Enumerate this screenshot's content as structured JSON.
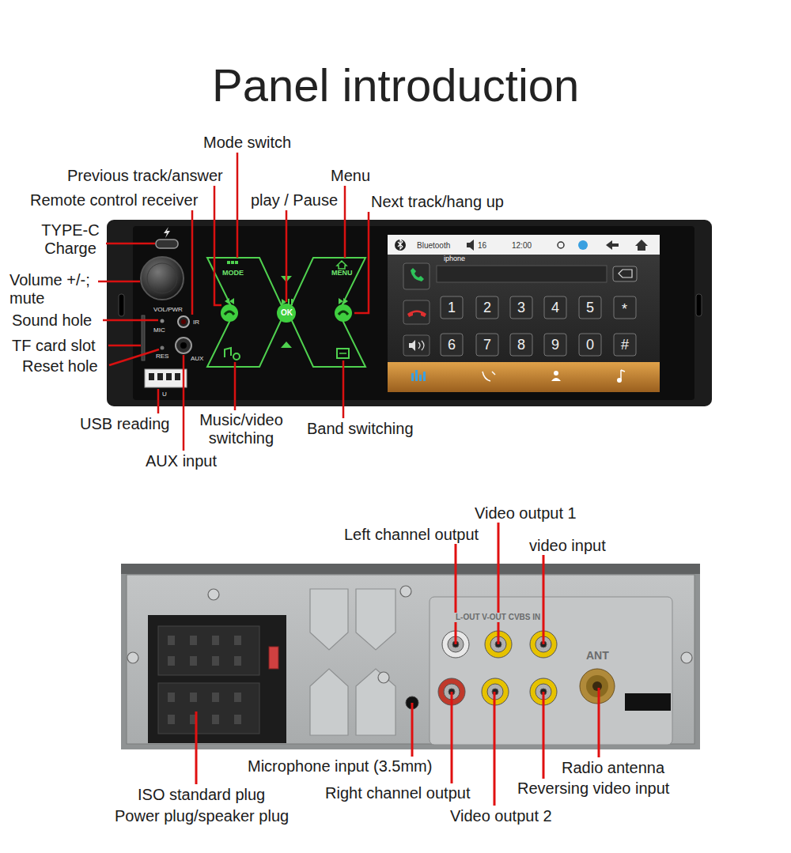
{
  "diagram": {
    "title": "Panel introduction",
    "labels": [
      "Mode switch",
      "Previous track/answer",
      "Menu",
      "Remote control receiver",
      "play / Pause",
      "Next track/hang up",
      "TYPE-C Charge",
      "Volume +/-; mute",
      "Sound hole",
      "TF card slot",
      "Reset hole",
      "USB reading",
      "Music/video switching",
      "Band switching",
      "AUX input",
      "MODE",
      "MENU",
      "OK",
      "VOL/PWR",
      "IR",
      "MIC",
      "RES",
      "AUX",
      "U",
      "Bluetooth",
      "16",
      "12:00",
      "iphone",
      "1",
      "2",
      "3",
      "4",
      "5",
      "*",
      "6",
      "7",
      "8",
      "9",
      "0",
      "#",
      "Video output 1",
      "Left channel output",
      "video input",
      "L-OUT V-OUT CVBS IN",
      "ANT",
      "Microphone input (3.5mm)",
      "Radio antenna",
      "Right channel output",
      "Reversing video input",
      "ISO standard plug",
      "Power plug/speaker plug",
      "Video output 2"
    ]
  }
}
